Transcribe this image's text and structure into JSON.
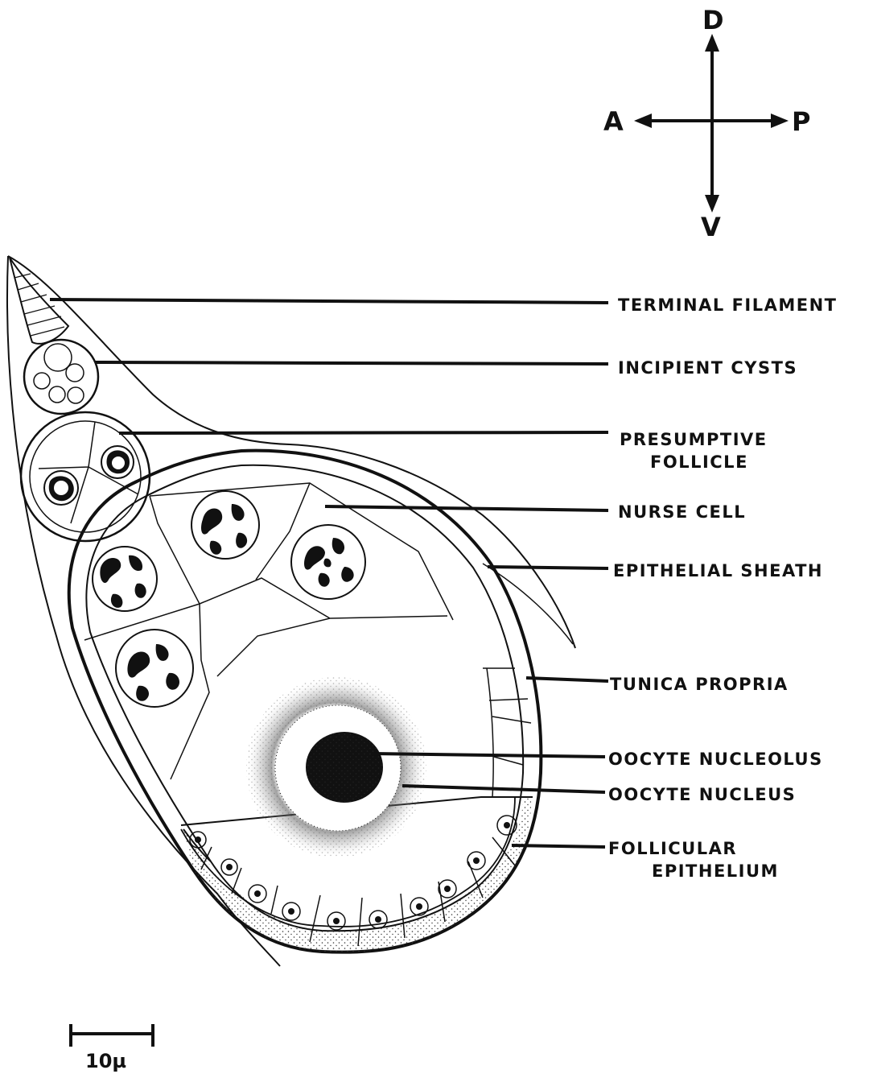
{
  "orientation": {
    "dorsal": "D",
    "ventral": "V",
    "anterior": "A",
    "posterior": "P"
  },
  "labels": {
    "terminal_filament": "TERMINAL FILAMENT",
    "incipient_cysts": "INCIPIENT CYSTS",
    "presumptive_follicle_1": "PRESUMPTIVE",
    "presumptive_follicle_2": "FOLLICLE",
    "nurse_cell": "NURSE CELL",
    "epithelial_sheath": "EPITHELIAL SHEATH",
    "tunica_propria": "TUNICA PROPRIA",
    "oocyte_nucleolus": "OOCYTE NUCLEOLUS",
    "oocyte_nucleus": "OOCYTE NUCLEUS",
    "follicular_epithelium_1": "FOLLICULAR",
    "follicular_epithelium_2": "EPITHELIUM"
  },
  "scale_bar": {
    "label": "10µ"
  },
  "colors": {
    "ink": "#111111",
    "background": "#ffffff"
  }
}
